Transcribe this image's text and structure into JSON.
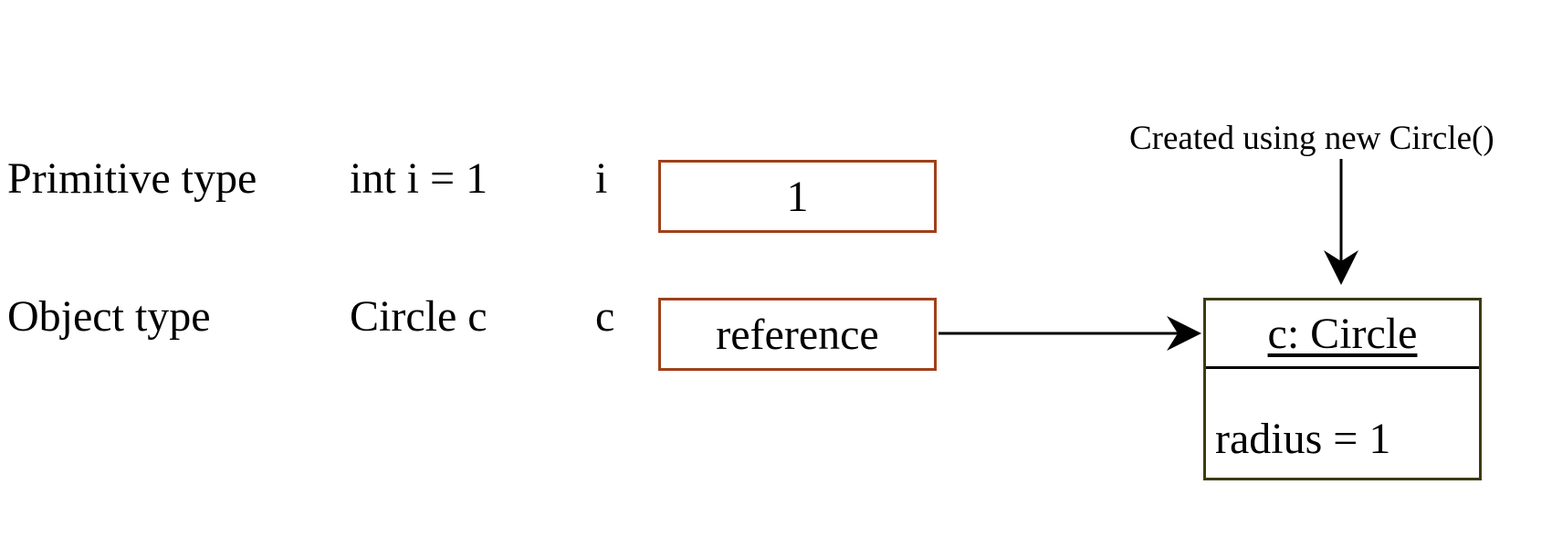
{
  "rows": {
    "primitive": {
      "kind_label": "Primitive type",
      "declaration": "int i = 1",
      "variable": "i",
      "cell_value": "1"
    },
    "object": {
      "kind_label": "Object type",
      "declaration": "Circle c",
      "variable": "c",
      "cell_value": "reference"
    }
  },
  "object_instance": {
    "title": "c: Circle",
    "attribute": "radius = 1",
    "annotation": "Created using new Circle()"
  },
  "colors": {
    "variable_cell_border": "#a0401a",
    "object_box_border": "#3d3a14",
    "text": "#000000"
  }
}
